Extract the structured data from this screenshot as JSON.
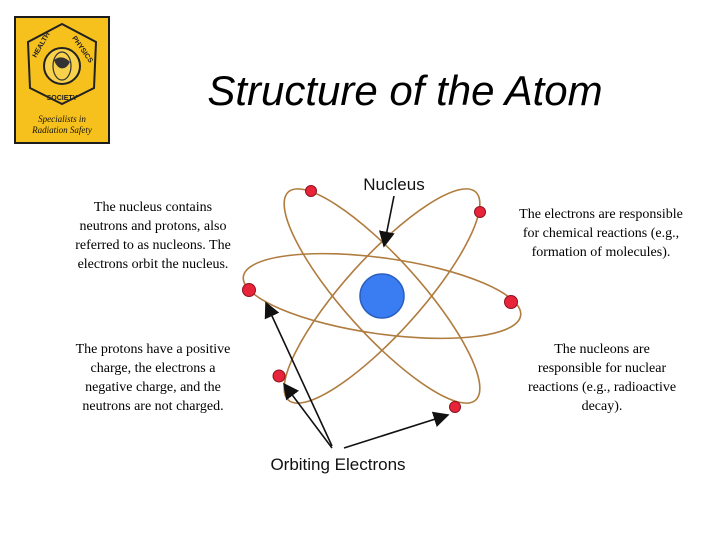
{
  "logo": {
    "ring_left": "HEALTH",
    "ring_right": "PHYSICS",
    "ring_bottom": "SOCIETY",
    "tagline_1": "Specialists in",
    "tagline_2": "Radiation Safety"
  },
  "title": "Structure of the Atom",
  "paragraphs": {
    "nucleus_contents": "The nucleus contains neutrons and protons, also referred to as nucleons. The electrons orbit the nucleus.",
    "charges": "The protons have a positive charge, the electrons a negative charge, and the neutrons are not charged.",
    "electrons_role": "The electrons are responsible for chemical reactions (e.g., formation of molecules).",
    "nucleons_role": "The nucleons are responsible for nuclear reactions (e.g., radioactive decay)."
  },
  "diagram": {
    "nucleus_label": "Nucleus",
    "electrons_label": "Orbiting Electrons"
  },
  "colors": {
    "nucleus": "#3a7df2",
    "electron": "#e8243a",
    "orbit": "#b07c3f",
    "logo_bg": "#f6c11c"
  }
}
